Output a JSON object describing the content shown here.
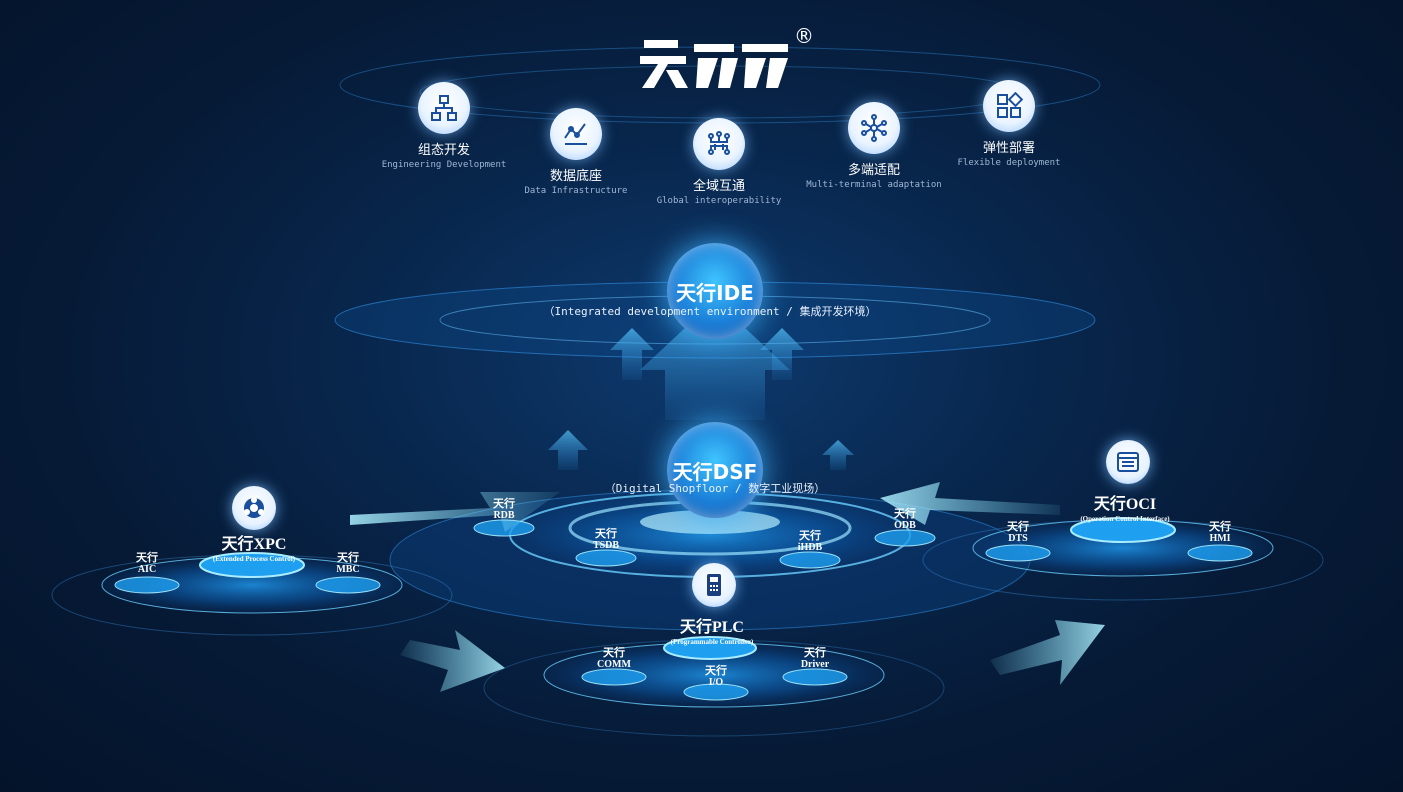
{
  "brand": {
    "registered_mark": "®",
    "logo_name": "天行"
  },
  "features": [
    {
      "zh": "组态开发",
      "en": "Engineering Development",
      "icon": "hierarchy-icon"
    },
    {
      "zh": "数据底座",
      "en": "Data Infrastructure",
      "icon": "trend-icon"
    },
    {
      "zh": "全域互通",
      "en": "Global interoperability",
      "icon": "circuit-icon"
    },
    {
      "zh": "多端适配",
      "en": "Multi-terminal adaptation",
      "icon": "network-icon"
    },
    {
      "zh": "弹性部署",
      "en": "Flexible deployment",
      "icon": "apps-icon"
    }
  ],
  "ide": {
    "label": "天行IDE",
    "desc": "（Integrated development environment / 集成开发环境）"
  },
  "dsf": {
    "label": "天行DSF",
    "desc": "（Digital Shopfloor / 数字工业现场）",
    "nodes": [
      {
        "prefix": "天行",
        "name": "RDB"
      },
      {
        "prefix": "天行",
        "name": "TSDB"
      },
      {
        "prefix": "天行",
        "name": "iHDB"
      },
      {
        "prefix": "天行",
        "name": "ODB"
      }
    ]
  },
  "xpc": {
    "label": "天行XPC",
    "desc": "(Extended Process Control)",
    "nodes": [
      {
        "prefix": "天行",
        "name": "AIC"
      },
      {
        "prefix": "天行",
        "name": "MBC"
      }
    ]
  },
  "oci": {
    "label": "天行OCI",
    "desc": "(Operation Control Interface)",
    "nodes": [
      {
        "prefix": "天行",
        "name": "DTS"
      },
      {
        "prefix": "天行",
        "name": "HMI"
      }
    ]
  },
  "plc": {
    "label": "天行PLC",
    "desc": "(Programmable Controller)",
    "nodes": [
      {
        "prefix": "天行",
        "name": "COMM"
      },
      {
        "prefix": "天行",
        "name": "I/O"
      },
      {
        "prefix": "天行",
        "name": "Driver"
      }
    ]
  },
  "colors": {
    "accent": "#2fb4ff",
    "glow": "#7fd4ff",
    "background": "#061a36"
  }
}
